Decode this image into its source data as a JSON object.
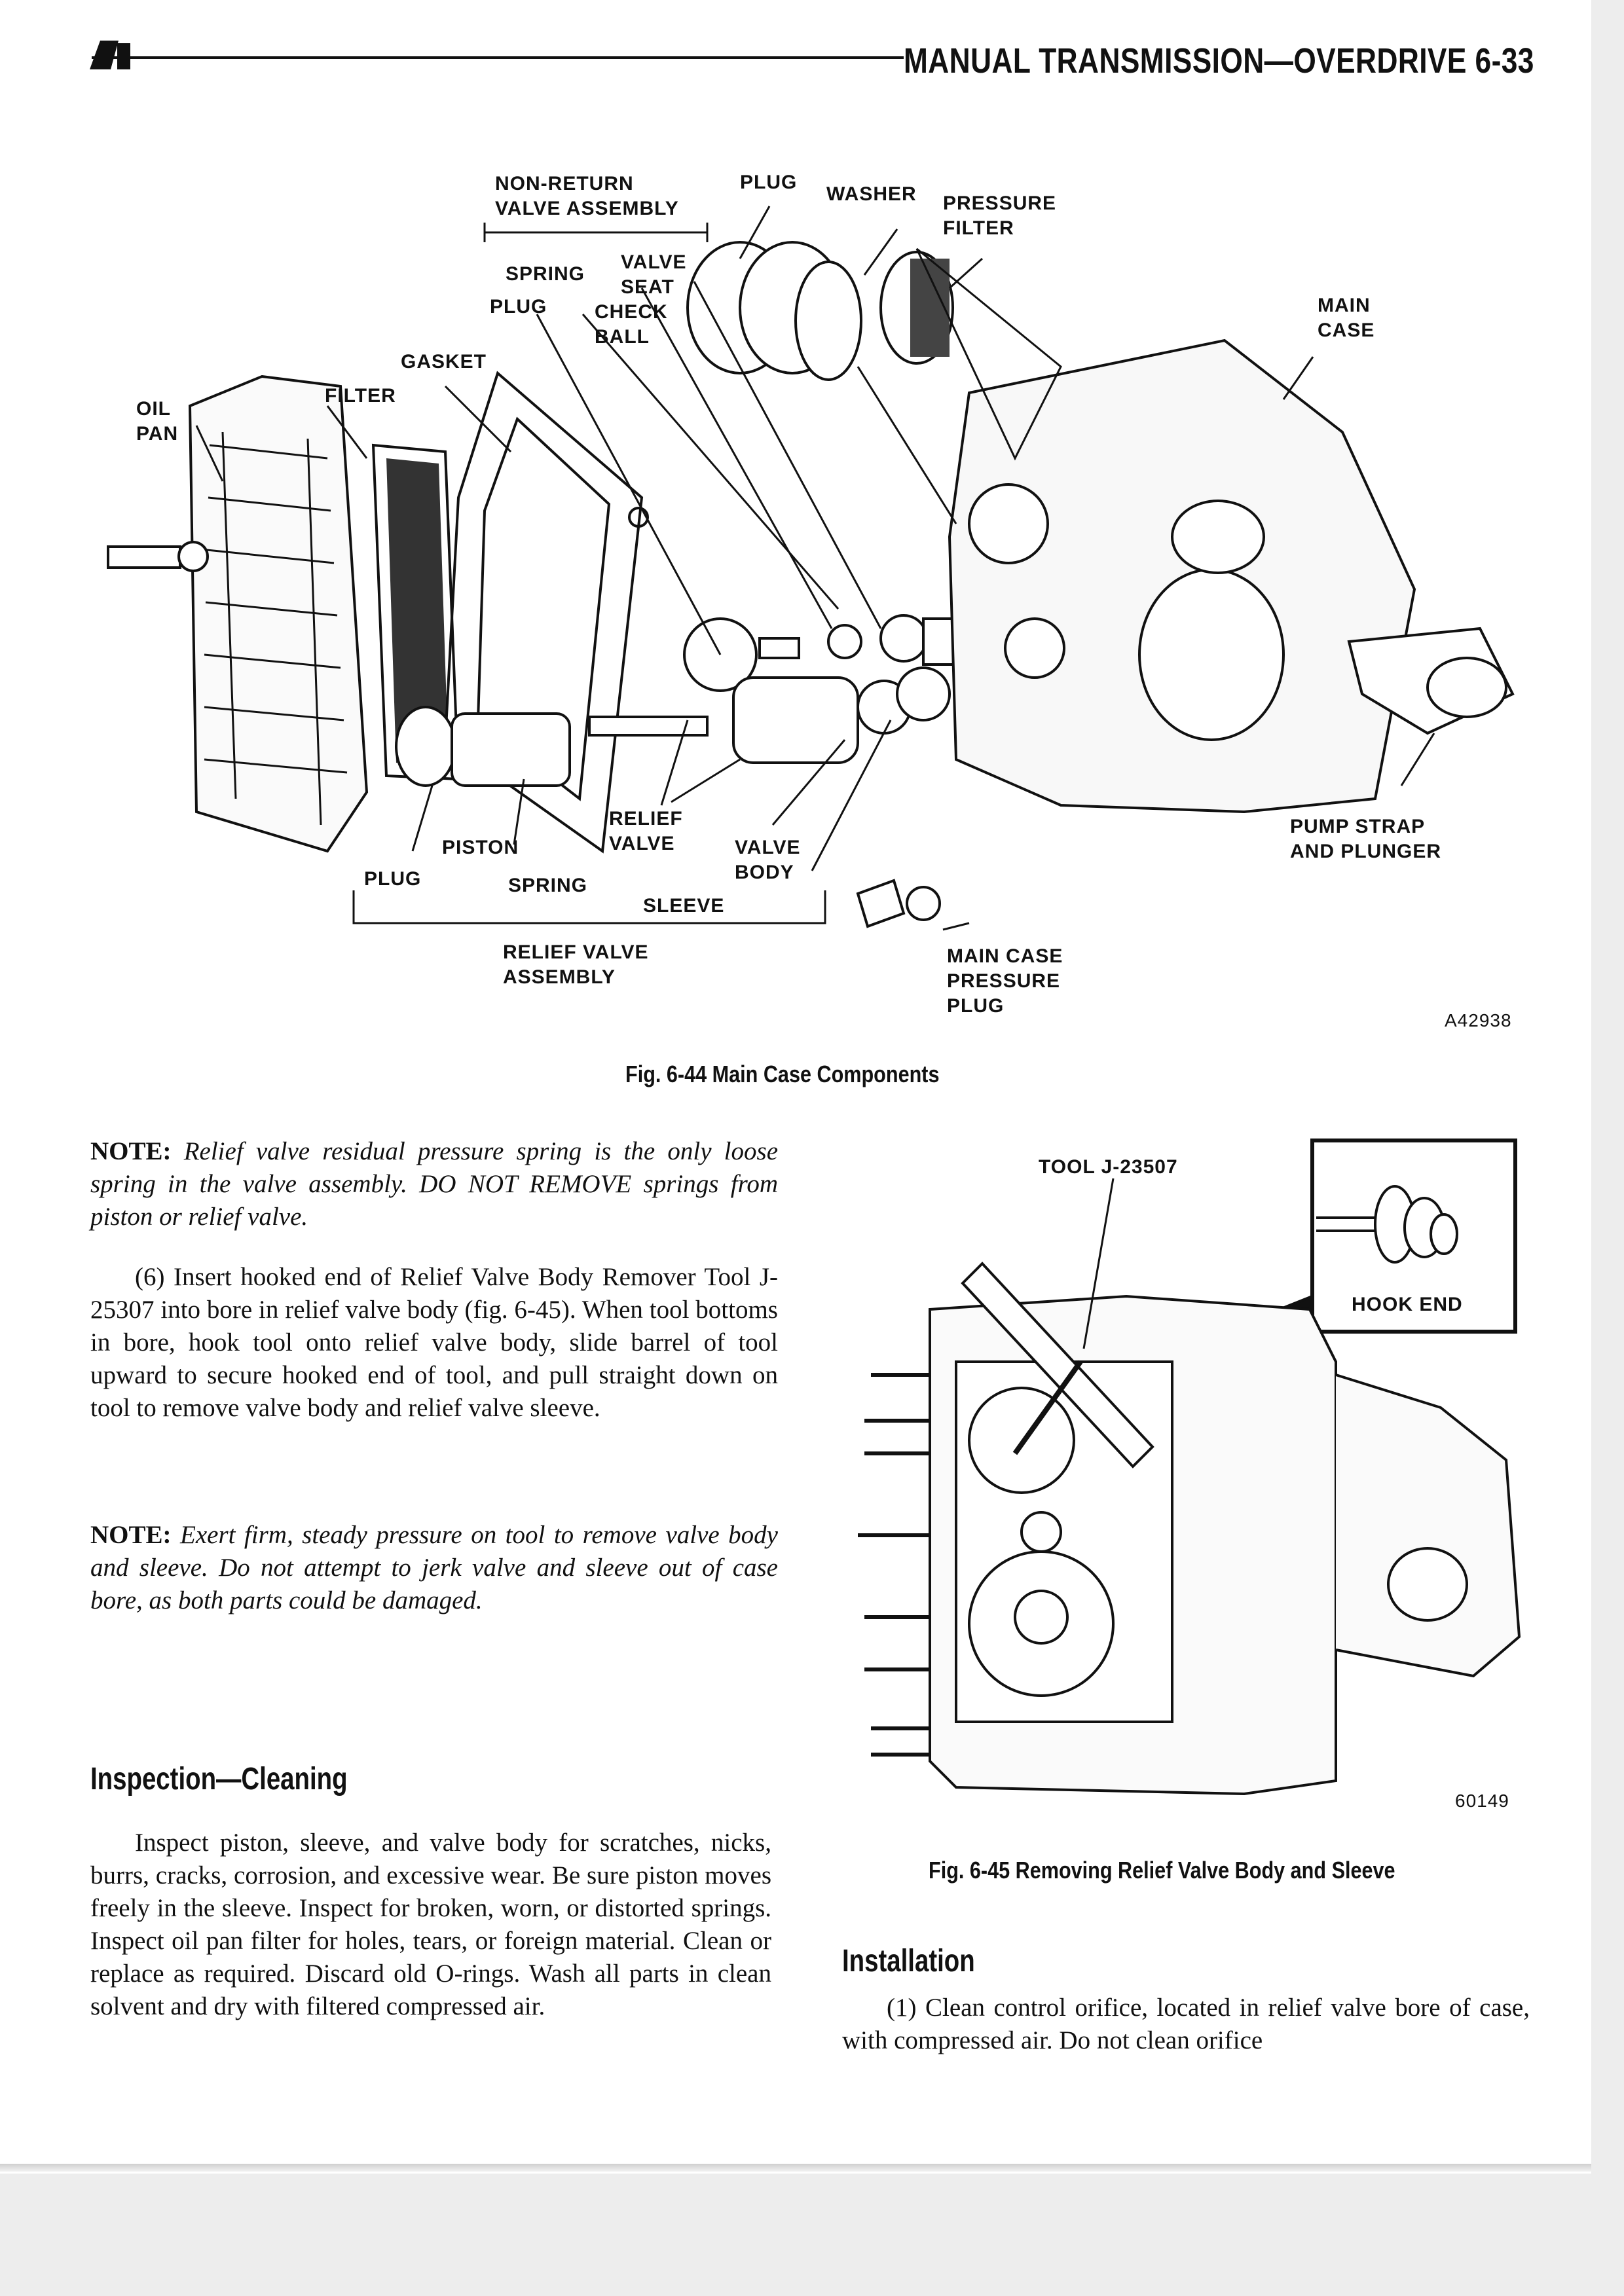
{
  "header": {
    "title": "MANUAL TRANSMISSION—OVERDRIVE 6-33"
  },
  "figure_644": {
    "labels": {
      "non_return": "NON-RETURN\nVALVE ASSEMBLY",
      "plug_top": "PLUG",
      "washer": "WASHER",
      "pressure_filter": "PRESSURE\nFILTER",
      "valve_seat": "VALVE\nSEAT",
      "spring_top": "SPRING",
      "plug_mid": "PLUG",
      "check_ball": "CHECK\nBALL",
      "main_case": "MAIN\nCASE",
      "gasket": "GASKET",
      "filter": "FILTER",
      "oil_pan": "OIL\nPAN",
      "relief_valve": "RELIEF\nVALVE",
      "piston": "PISTON",
      "valve_body": "VALVE\nBODY",
      "plug_bottom": "PLUG",
      "spring_bottom": "SPRING",
      "sleeve": "SLEEVE",
      "relief_valve_assembly": "RELIEF VALVE\nASSEMBLY",
      "pump_strap": "PUMP STRAP\nAND PLUNGER",
      "main_case_plug": "MAIN CASE\nPRESSURE\nPLUG",
      "code": "A42938"
    },
    "caption": "Fig. 6-44 Main Case Components"
  },
  "figure_645": {
    "labels": {
      "tool": "TOOL J-23507",
      "hook_end": "HOOK END",
      "code": "60149"
    },
    "caption": "Fig. 6-45 Removing Relief Valve Body and Sleeve"
  },
  "note1": {
    "label": "NOTE:",
    "text": "Relief valve residual pressure spring is the only loose spring in the valve assembly. DO NOT REMOVE springs from piston or relief valve."
  },
  "step6": "(6) Insert hooked end of Relief Valve Body Remover Tool J-25307 into bore in relief valve body (fig. 6-45). When tool bottoms in bore, hook tool onto relief valve body, slide barrel of tool upward to secure hooked end of tool, and pull straight down on tool to remove valve body and relief valve sleeve.",
  "note2": {
    "label": "NOTE:",
    "text": "Exert firm, steady pressure on tool to remove valve body and sleeve. Do not attempt to jerk valve and sleeve out of case bore, as both parts could be damaged."
  },
  "inspection": {
    "heading": "Inspection—Cleaning",
    "text": "Inspect piston, sleeve, and valve body for scratches, nicks, burrs, cracks, corrosion, and excessive wear. Be sure piston moves freely in the sleeve. Inspect for broken, worn, or distorted springs. Inspect oil pan filter for holes, tears, or foreign material. Clean or replace as required. Discard old O-rings. Wash all parts in clean solvent and dry with filtered compressed air."
  },
  "installation": {
    "heading": "Installation",
    "text": "(1) Clean control orifice, located in relief valve bore of case, with compressed air. Do not clean orifice"
  }
}
